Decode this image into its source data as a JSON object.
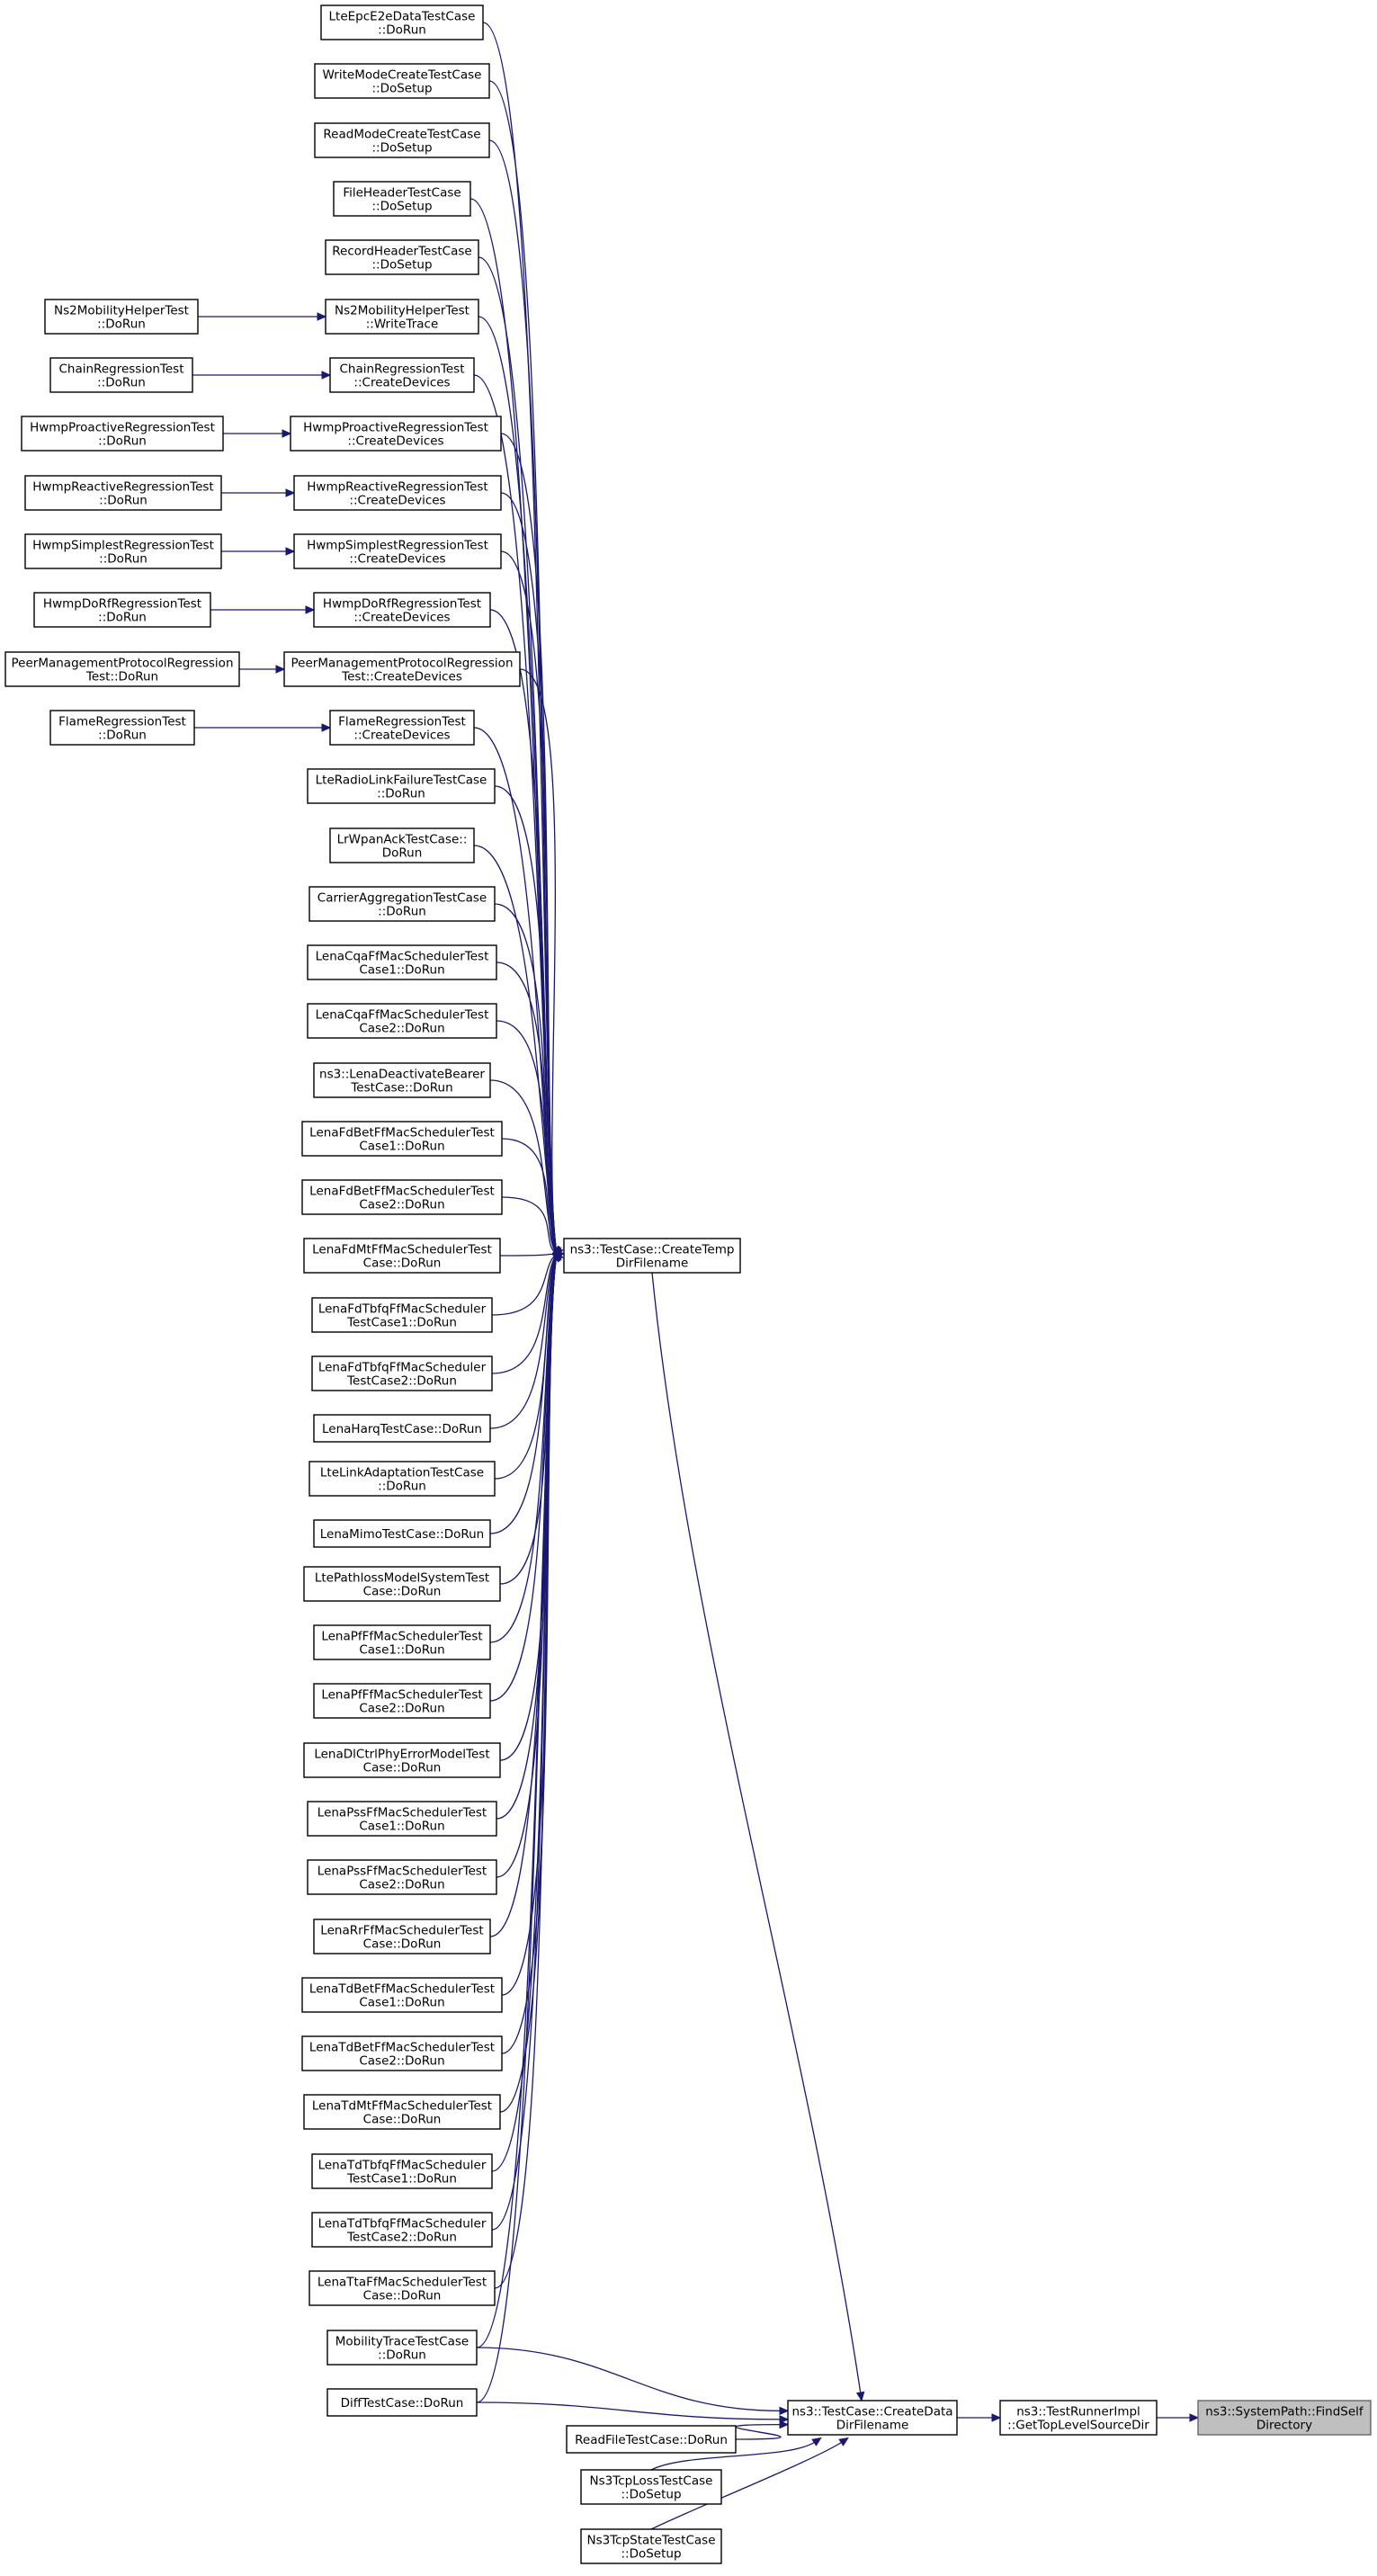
{
  "graph": {
    "kind": "caller-graph",
    "edge_color": "#191970",
    "focus_fill": "#bfbfbf",
    "focus": "ns3::SystemPath::FindSelfDirectory",
    "nodes": [
      {
        "id": "find_self",
        "lines": [
          "ns3::SystemPath::FindSelf",
          "Directory"
        ],
        "focus": true
      },
      {
        "id": "runner",
        "lines": [
          "ns3::TestRunnerImpl",
          "::GetTopLevelSourceDir"
        ]
      },
      {
        "id": "data_dir",
        "lines": [
          "ns3::TestCase::CreateData",
          "DirFilename"
        ]
      },
      {
        "id": "temp_dir",
        "lines": [
          "ns3::TestCase::CreateTemp",
          "DirFilename"
        ]
      },
      {
        "id": "lte_epc",
        "lines": [
          "LteEpcE2eDataTestCase",
          "::DoRun"
        ]
      },
      {
        "id": "write_mode",
        "lines": [
          "WriteModeCreateTestCase",
          "::DoSetup"
        ]
      },
      {
        "id": "read_mode",
        "lines": [
          "ReadModeCreateTestCase",
          "::DoSetup"
        ]
      },
      {
        "id": "file_header",
        "lines": [
          "FileHeaderTestCase",
          "::DoSetup"
        ]
      },
      {
        "id": "record_header",
        "lines": [
          "RecordHeaderTestCase",
          "::DoSetup"
        ]
      },
      {
        "id": "ns2_write",
        "lines": [
          "Ns2MobilityHelperTest",
          "::WriteTrace"
        ]
      },
      {
        "id": "ns2_run",
        "lines": [
          "Ns2MobilityHelperTest",
          "::DoRun"
        ]
      },
      {
        "id": "chain_cd",
        "lines": [
          "ChainRegressionTest",
          "::CreateDevices"
        ]
      },
      {
        "id": "chain_run",
        "lines": [
          "ChainRegressionTest",
          "::DoRun"
        ]
      },
      {
        "id": "hwmp_pro_cd",
        "lines": [
          "HwmpProactiveRegressionTest",
          "::CreateDevices"
        ]
      },
      {
        "id": "hwmp_pro_run",
        "lines": [
          "HwmpProactiveRegressionTest",
          "::DoRun"
        ]
      },
      {
        "id": "hwmp_rea_cd",
        "lines": [
          "HwmpReactiveRegressionTest",
          "::CreateDevices"
        ]
      },
      {
        "id": "hwmp_rea_run",
        "lines": [
          "HwmpReactiveRegressionTest",
          "::DoRun"
        ]
      },
      {
        "id": "hwmp_sim_cd",
        "lines": [
          "HwmpSimplestRegressionTest",
          "::CreateDevices"
        ]
      },
      {
        "id": "hwmp_sim_run",
        "lines": [
          "HwmpSimplestRegressionTest",
          "::DoRun"
        ]
      },
      {
        "id": "hwmp_dorf_cd",
        "lines": [
          "HwmpDoRfRegressionTest",
          "::CreateDevices"
        ]
      },
      {
        "id": "hwmp_dorf_run",
        "lines": [
          "HwmpDoRfRegressionTest",
          "::DoRun"
        ]
      },
      {
        "id": "peer_cd",
        "lines": [
          "PeerManagementProtocolRegression",
          "Test::CreateDevices"
        ]
      },
      {
        "id": "peer_run",
        "lines": [
          "PeerManagementProtocolRegression",
          "Test::DoRun"
        ]
      },
      {
        "id": "flame_cd",
        "lines": [
          "FlameRegressionTest",
          "::CreateDevices"
        ]
      },
      {
        "id": "flame_run",
        "lines": [
          "FlameRegressionTest",
          "::DoRun"
        ]
      },
      {
        "id": "lte_rlf",
        "lines": [
          "LteRadioLinkFailureTestCase",
          "::DoRun"
        ]
      },
      {
        "id": "lrwpan",
        "lines": [
          "LrWpanAckTestCase::",
          "DoRun"
        ]
      },
      {
        "id": "carrier",
        "lines": [
          "CarrierAggregationTestCase",
          "::DoRun"
        ]
      },
      {
        "id": "cqa1",
        "lines": [
          "LenaCqaFfMacSchedulerTest",
          "Case1::DoRun"
        ]
      },
      {
        "id": "cqa2",
        "lines": [
          "LenaCqaFfMacSchedulerTest",
          "Case2::DoRun"
        ]
      },
      {
        "id": "deact",
        "lines": [
          "ns3::LenaDeactivateBearer",
          "TestCase::DoRun"
        ]
      },
      {
        "id": "fdbet1",
        "lines": [
          "LenaFdBetFfMacSchedulerTest",
          "Case1::DoRun"
        ]
      },
      {
        "id": "fdbet2",
        "lines": [
          "LenaFdBetFfMacSchedulerTest",
          "Case2::DoRun"
        ]
      },
      {
        "id": "fdmt",
        "lines": [
          "LenaFdMtFfMacSchedulerTest",
          "Case::DoRun"
        ]
      },
      {
        "id": "fdtbfq1",
        "lines": [
          "LenaFdTbfqFfMacScheduler",
          "TestCase1::DoRun"
        ]
      },
      {
        "id": "fdtbfq2",
        "lines": [
          "LenaFdTbfqFfMacScheduler",
          "TestCase2::DoRun"
        ]
      },
      {
        "id": "harq",
        "lines": [
          "LenaHarqTestCase::DoRun"
        ]
      },
      {
        "id": "linkadapt",
        "lines": [
          "LteLinkAdaptationTestCase",
          "::DoRun"
        ]
      },
      {
        "id": "mimo",
        "lines": [
          "LenaMimoTestCase::DoRun"
        ]
      },
      {
        "id": "pathloss",
        "lines": [
          "LtePathlossModelSystemTest",
          "Case::DoRun"
        ]
      },
      {
        "id": "pf1",
        "lines": [
          "LenaPfFfMacSchedulerTest",
          "Case1::DoRun"
        ]
      },
      {
        "id": "pf2",
        "lines": [
          "LenaPfFfMacSchedulerTest",
          "Case2::DoRun"
        ]
      },
      {
        "id": "dlctrl",
        "lines": [
          "LenaDlCtrlPhyErrorModelTest",
          "Case::DoRun"
        ]
      },
      {
        "id": "pss1",
        "lines": [
          "LenaPssFfMacSchedulerTest",
          "Case1::DoRun"
        ]
      },
      {
        "id": "pss2",
        "lines": [
          "LenaPssFfMacSchedulerTest",
          "Case2::DoRun"
        ]
      },
      {
        "id": "rr",
        "lines": [
          "LenaRrFfMacSchedulerTest",
          "Case::DoRun"
        ]
      },
      {
        "id": "tdbet1",
        "lines": [
          "LenaTdBetFfMacSchedulerTest",
          "Case1::DoRun"
        ]
      },
      {
        "id": "tdbet2",
        "lines": [
          "LenaTdBetFfMacSchedulerTest",
          "Case2::DoRun"
        ]
      },
      {
        "id": "tdmt",
        "lines": [
          "LenaTdMtFfMacSchedulerTest",
          "Case::DoRun"
        ]
      },
      {
        "id": "tdtbfq1",
        "lines": [
          "LenaTdTbfqFfMacScheduler",
          "TestCase1::DoRun"
        ]
      },
      {
        "id": "tdtbfq2",
        "lines": [
          "LenaTdTbfqFfMacScheduler",
          "TestCase2::DoRun"
        ]
      },
      {
        "id": "tta",
        "lines": [
          "LenaTtaFfMacSchedulerTest",
          "Case::DoRun"
        ]
      },
      {
        "id": "mobility",
        "lines": [
          "MobilityTraceTestCase",
          "::DoRun"
        ]
      },
      {
        "id": "diff",
        "lines": [
          "DiffTestCase::DoRun"
        ]
      },
      {
        "id": "readfile",
        "lines": [
          "ReadFileTestCase::DoRun"
        ]
      },
      {
        "id": "tcploss",
        "lines": [
          "Ns3TcpLossTestCase",
          "::DoSetup"
        ]
      },
      {
        "id": "tcpstate",
        "lines": [
          "Ns3TcpStateTestCase",
          "::DoSetup"
        ]
      }
    ],
    "edges": [
      [
        "runner",
        "find_self"
      ],
      [
        "data_dir",
        "runner"
      ],
      [
        "temp_dir",
        "data_dir"
      ],
      [
        "lte_epc",
        "temp_dir"
      ],
      [
        "write_mode",
        "temp_dir"
      ],
      [
        "read_mode",
        "temp_dir"
      ],
      [
        "file_header",
        "temp_dir"
      ],
      [
        "record_header",
        "temp_dir"
      ],
      [
        "ns2_write",
        "temp_dir"
      ],
      [
        "ns2_run",
        "ns2_write"
      ],
      [
        "chain_cd",
        "temp_dir"
      ],
      [
        "chain_run",
        "chain_cd"
      ],
      [
        "hwmp_pro_cd",
        "temp_dir"
      ],
      [
        "hwmp_pro_run",
        "hwmp_pro_cd"
      ],
      [
        "hwmp_rea_cd",
        "temp_dir"
      ],
      [
        "hwmp_rea_run",
        "hwmp_rea_cd"
      ],
      [
        "hwmp_sim_cd",
        "temp_dir"
      ],
      [
        "hwmp_sim_run",
        "hwmp_sim_cd"
      ],
      [
        "hwmp_dorf_cd",
        "temp_dir"
      ],
      [
        "hwmp_dorf_run",
        "hwmp_dorf_cd"
      ],
      [
        "peer_cd",
        "temp_dir"
      ],
      [
        "peer_run",
        "peer_cd"
      ],
      [
        "flame_cd",
        "temp_dir"
      ],
      [
        "flame_run",
        "flame_cd"
      ],
      [
        "lte_rlf",
        "temp_dir"
      ],
      [
        "lrwpan",
        "temp_dir"
      ],
      [
        "carrier",
        "temp_dir"
      ],
      [
        "cqa1",
        "temp_dir"
      ],
      [
        "cqa2",
        "temp_dir"
      ],
      [
        "deact",
        "temp_dir"
      ],
      [
        "fdbet1",
        "temp_dir"
      ],
      [
        "fdbet2",
        "temp_dir"
      ],
      [
        "fdmt",
        "temp_dir"
      ],
      [
        "fdtbfq1",
        "temp_dir"
      ],
      [
        "fdtbfq2",
        "temp_dir"
      ],
      [
        "harq",
        "temp_dir"
      ],
      [
        "linkadapt",
        "temp_dir"
      ],
      [
        "mimo",
        "temp_dir"
      ],
      [
        "pathloss",
        "temp_dir"
      ],
      [
        "pf1",
        "temp_dir"
      ],
      [
        "pf2",
        "temp_dir"
      ],
      [
        "dlctrl",
        "temp_dir"
      ],
      [
        "pss1",
        "temp_dir"
      ],
      [
        "pss2",
        "temp_dir"
      ],
      [
        "rr",
        "temp_dir"
      ],
      [
        "tdbet1",
        "temp_dir"
      ],
      [
        "tdbet2",
        "temp_dir"
      ],
      [
        "tdmt",
        "temp_dir"
      ],
      [
        "tdtbfq1",
        "temp_dir"
      ],
      [
        "tdtbfq2",
        "temp_dir"
      ],
      [
        "tta",
        "temp_dir"
      ],
      [
        "mobility",
        "temp_dir"
      ],
      [
        "diff",
        "temp_dir"
      ],
      [
        "mobility",
        "data_dir"
      ],
      [
        "diff",
        "data_dir"
      ],
      [
        "readfile",
        "data_dir"
      ],
      [
        "tcploss",
        "data_dir"
      ],
      [
        "tcpstate",
        "data_dir"
      ]
    ]
  }
}
